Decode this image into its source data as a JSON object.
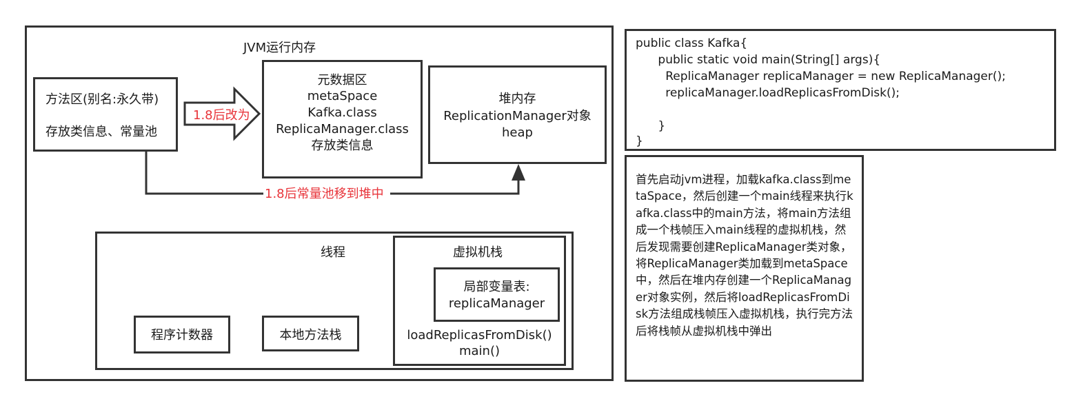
{
  "jvm": {
    "title": "JVM运行内存",
    "method_area": {
      "line1": "方法区(别名:永久带)",
      "line2": "存放类信息、常量池"
    },
    "arrow_label": "1.8后改为",
    "metaspace": {
      "lines": [
        "元数据区",
        "metaSpace",
        "Kafka.class",
        "ReplicaManager.class",
        "存放类信息"
      ]
    },
    "heap": {
      "lines": [
        "堆内存",
        "ReplicationManager对象",
        "heap"
      ]
    },
    "connector_label": "1.8后常量池移到堆中",
    "thread": {
      "title": "线程",
      "program_counter": "程序计数器",
      "native_stack": "本地方法栈",
      "vm_stack": {
        "title": "虚拟机栈",
        "local_vars_line1": "局部变量表:",
        "local_vars_line2": "replicaManager",
        "frames": [
          "loadReplicasFromDisk()",
          "main()"
        ]
      }
    }
  },
  "code": {
    "lines": [
      "public class Kafka{",
      "      public static void main(String[] args){",
      "        ReplicaManager replicaManager = new ReplicaManager();",
      "        replicaManager.loadReplicasFromDisk();",
      "",
      "      }",
      "}"
    ]
  },
  "explanation": {
    "text": "首先启动jvm进程，加载kafka.class到metaSpace，然后创建一个main线程来执行kafka.class中的main方法，将main方法组成一个栈帧压入main线程的虚拟机栈，然后发现需要创建ReplicaManager类对象，将ReplicaManager类加载到metaSpace中，然后在堆内存创建一个ReplicaManager对象实例，然后将loadReplicasFromDisk方法组成栈帧压入虚拟机栈，执行完方法后将栈帧从虚拟机栈中弹出"
  },
  "colors": {
    "stroke": "#333333",
    "red_text": "#e8343a"
  }
}
